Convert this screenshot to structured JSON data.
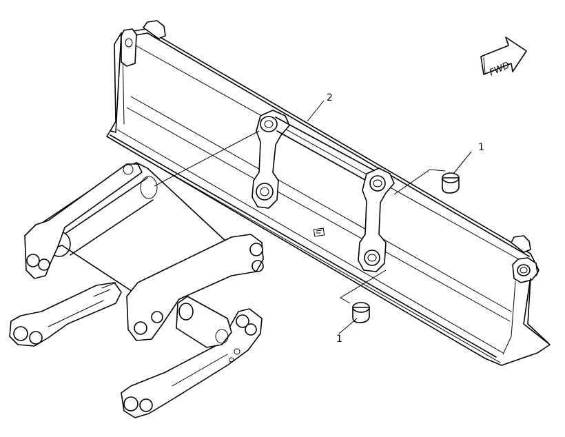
{
  "callouts": [
    {
      "id": "callout-2",
      "label": "2"
    },
    {
      "id": "callout-1-top",
      "label": "1"
    },
    {
      "id": "callout-1-bottom",
      "label": "1"
    }
  ],
  "fwd_arrow": {
    "label": "FWD",
    "icon": "fwd-arrow-icon"
  },
  "colors": {
    "line": "#000000",
    "background": "#ffffff"
  }
}
